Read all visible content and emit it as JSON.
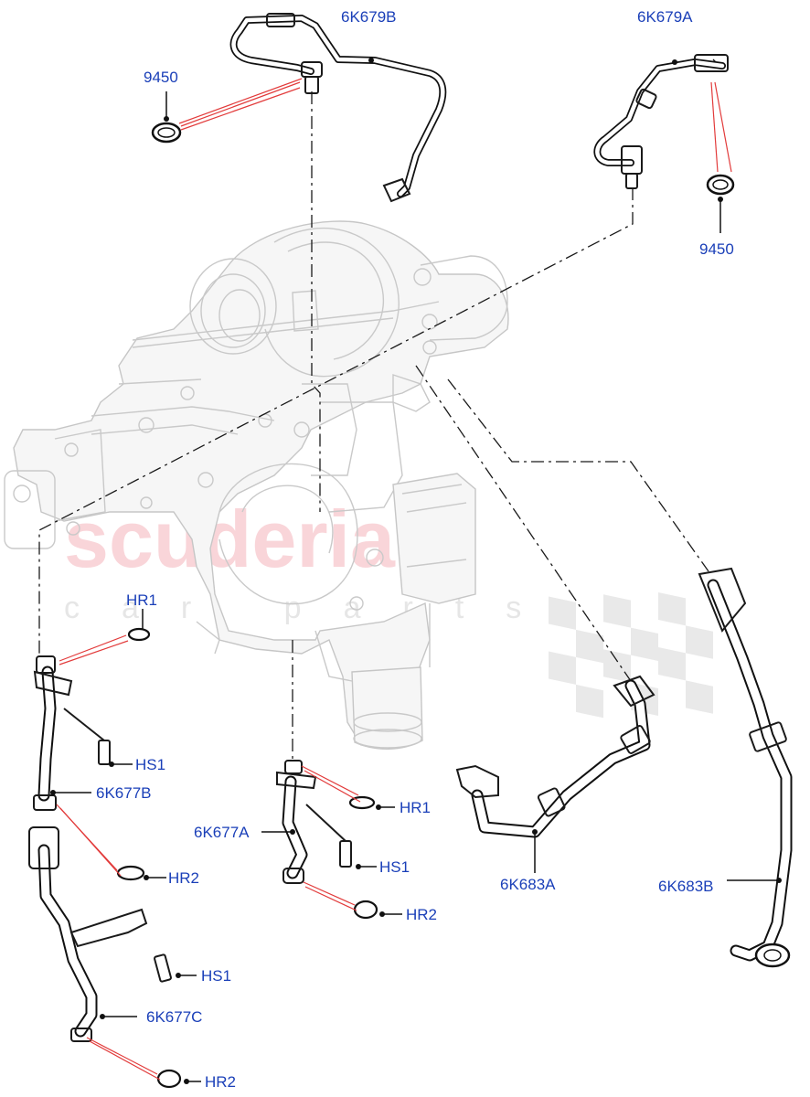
{
  "watermark": {
    "brand": "scuderia",
    "sub": "car parts"
  },
  "callouts": [
    {
      "id": "6K679B",
      "label": "6K679B"
    },
    {
      "id": "6K679A",
      "label": "6K679A"
    },
    {
      "id": "9450-left",
      "label": "9450"
    },
    {
      "id": "9450-right",
      "label": "9450"
    },
    {
      "id": "HR1-left",
      "label": "HR1"
    },
    {
      "id": "HS1-left",
      "label": "HS1"
    },
    {
      "id": "6K677B",
      "label": "6K677B"
    },
    {
      "id": "HR2-left-top",
      "label": "HR2"
    },
    {
      "id": "HS1-lower",
      "label": "HS1"
    },
    {
      "id": "6K677C",
      "label": "6K677C"
    },
    {
      "id": "HR2-left-bottom",
      "label": "HR2"
    },
    {
      "id": "HR1-center",
      "label": "HR1"
    },
    {
      "id": "6K677A",
      "label": "6K677A"
    },
    {
      "id": "HS1-center",
      "label": "HS1"
    },
    {
      "id": "HR2-center",
      "label": "HR2"
    },
    {
      "id": "6K683A",
      "label": "6K683A"
    },
    {
      "id": "6K683B",
      "label": "6K683B"
    }
  ],
  "colors": {
    "callout_text": "#1a3fb8",
    "highlight_leader": "#e23b3b",
    "watermark": "#f7c7cd"
  }
}
